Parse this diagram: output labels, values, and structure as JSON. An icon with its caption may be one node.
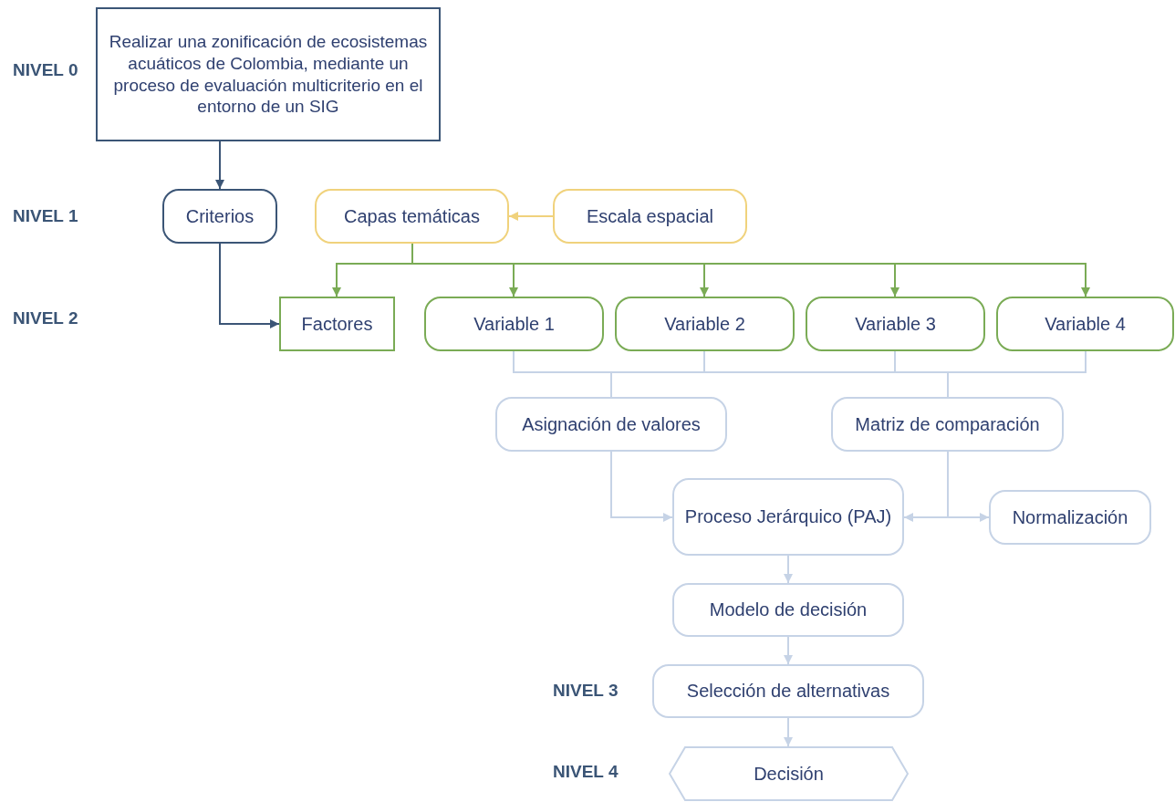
{
  "diagram": {
    "nodes": [
      {
        "text": [
          "Realizar una zonificación de ecosistemas acuáticos de Colombia, mediante un proceso de evaluación multicriterio en el entorno de un SIG"
        ]
      },
      {
        "text": [
          "Criterios"
        ]
      },
      {
        "text": [
          "Capas temáticas"
        ]
      },
      {
        "text": [
          "Escala espacial"
        ]
      },
      {
        "text": [
          "Factores"
        ]
      },
      {
        "text": [
          "Variable 1"
        ]
      },
      {
        "text": [
          "Variable 2"
        ]
      },
      {
        "text": [
          "Variable 3"
        ]
      },
      {
        "text": [
          "Variable 4"
        ]
      },
      {
        "text": [
          "Asignación de valores"
        ]
      },
      {
        "text": [
          "Matriz de comparación"
        ]
      },
      {
        "text": [
          "Proceso Jerárquico (PAJ)"
        ]
      },
      {
        "text": [
          "Normalización"
        ]
      },
      {
        "text": [
          "Modelo de decisión"
        ]
      },
      {
        "text": [
          "Selección de alternativas"
        ]
      },
      {
        "text": [
          "Decisión"
        ]
      }
    ],
    "edges": [
      {
        "from": 0,
        "to": 1,
        "arrow": "to",
        "color": "#3b5576"
      },
      {
        "from": 1,
        "to": 4,
        "arrow": "to",
        "color": "#3b5576"
      },
      {
        "from": 3,
        "to": 2,
        "arrow": "to",
        "color": "#f0d27c"
      },
      {
        "from": 2,
        "to": 4,
        "arrow": "to",
        "color": "#7aab55"
      },
      {
        "from": 2,
        "to": 5,
        "arrow": "to",
        "color": "#7aab55"
      },
      {
        "from": 2,
        "to": 6,
        "arrow": "to",
        "color": "#7aab55"
      },
      {
        "from": 2,
        "to": 7,
        "arrow": "to",
        "color": "#7aab55"
      },
      {
        "from": 2,
        "to": 8,
        "arrow": "to",
        "color": "#7aab55"
      },
      {
        "from": 5,
        "to": 9,
        "arrow": "none"
      },
      {
        "from": 6,
        "to": 9,
        "arrow": "none"
      },
      {
        "from": 7,
        "to": 9,
        "arrow": "none"
      },
      {
        "from": 8,
        "to": 9,
        "arrow": "none"
      },
      {
        "from": 5,
        "to": 10,
        "arrow": "none"
      },
      {
        "from": 6,
        "to": 10,
        "arrow": "none"
      },
      {
        "from": 7,
        "to": 10,
        "arrow": "none"
      },
      {
        "from": 8,
        "to": 10,
        "arrow": "none"
      },
      {
        "from": 9,
        "to": 11,
        "arrow": "to"
      },
      {
        "from": 10,
        "to": 11,
        "arrow": "to"
      },
      {
        "from": 10,
        "to": 12,
        "arrow": "to"
      },
      {
        "from": 11,
        "to": 13,
        "arrow": "to"
      },
      {
        "from": 13,
        "to": 14,
        "arrow": "to"
      },
      {
        "from": 14,
        "to": 15,
        "arrow": "to"
      }
    ],
    "labels": [
      "NIVEL 0",
      "NIVEL 1",
      "NIVEL 2",
      "NIVEL 3",
      "NIVEL 4"
    ]
  }
}
